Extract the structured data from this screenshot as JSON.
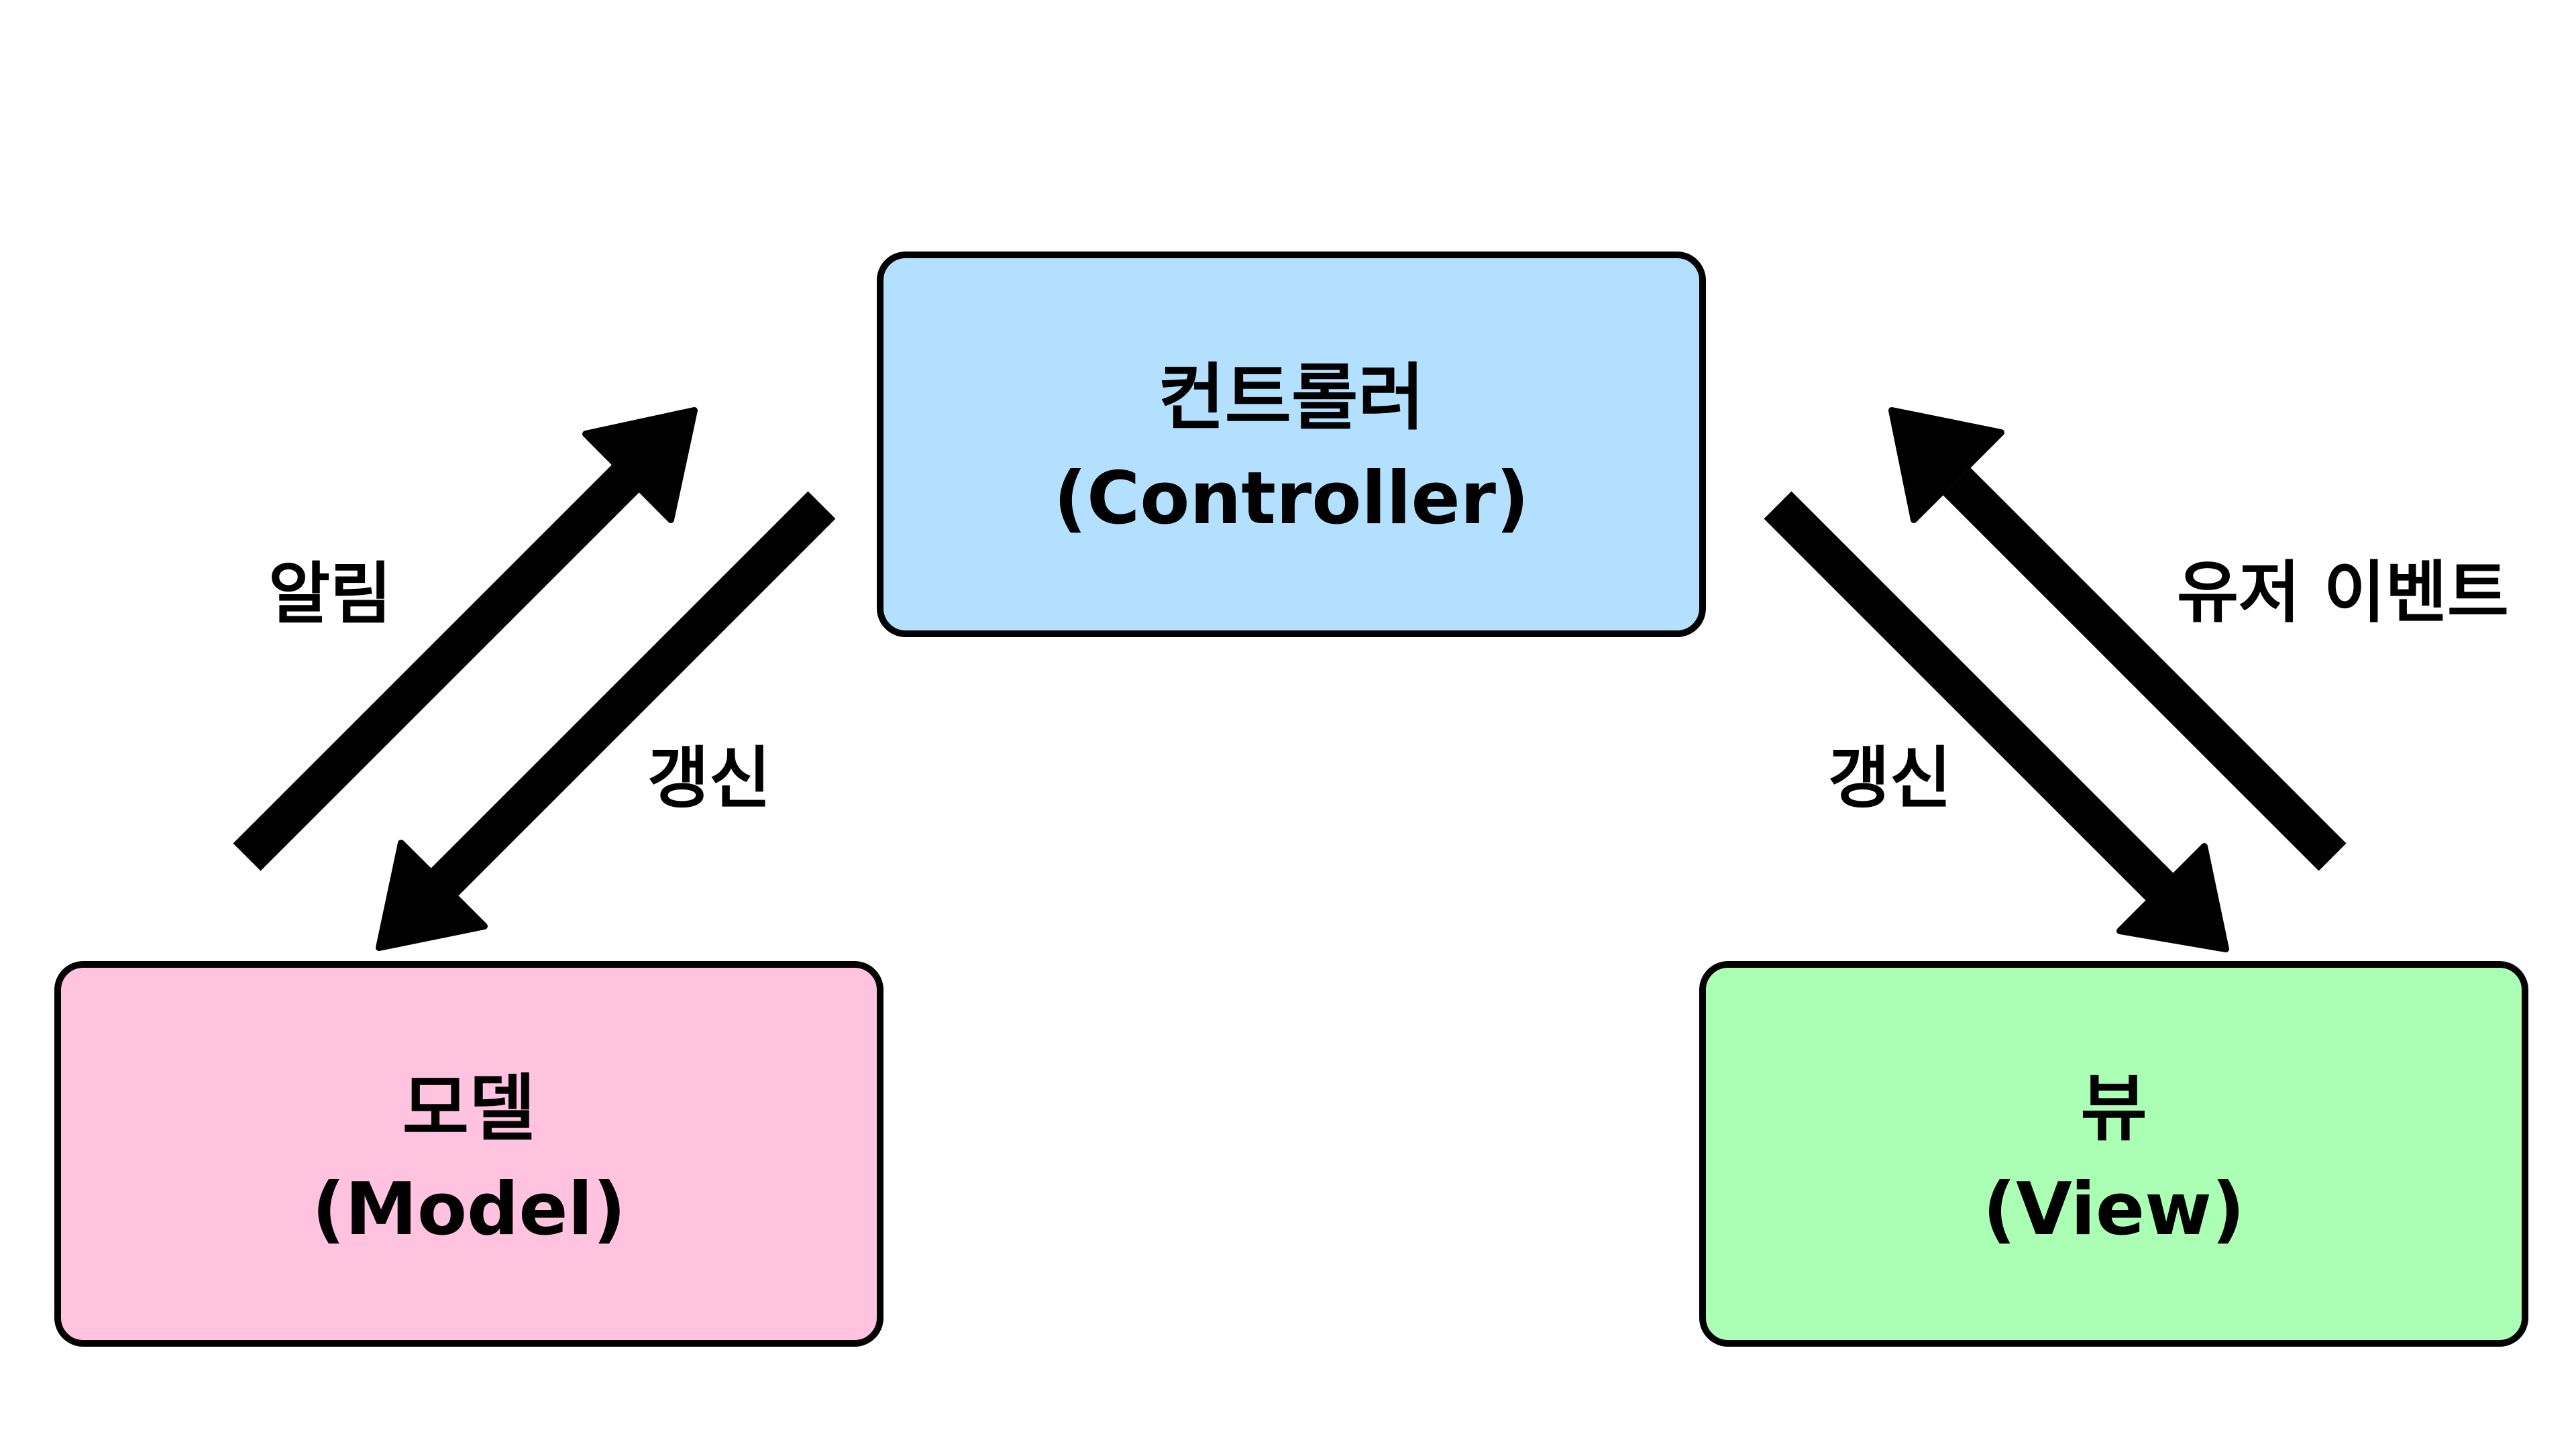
{
  "boxes": {
    "controller": {
      "title": "컨트롤러",
      "subtitle": "(Controller)",
      "color": "#B3E0FF"
    },
    "model": {
      "title": "모델",
      "subtitle": "(Model)",
      "color": "#FFC2DF"
    },
    "view": {
      "title": "뷰",
      "subtitle": "(View)",
      "color": "#AAFFB4"
    }
  },
  "edges": {
    "model_to_controller": {
      "label": "알림"
    },
    "controller_to_model": {
      "label": "갱신"
    },
    "controller_to_view": {
      "label": "갱신"
    },
    "view_to_controller": {
      "label": "유저 이벤트"
    }
  },
  "colors": {
    "stroke": "#000000",
    "arrow": "#000000",
    "background": "#FFFFFF"
  }
}
